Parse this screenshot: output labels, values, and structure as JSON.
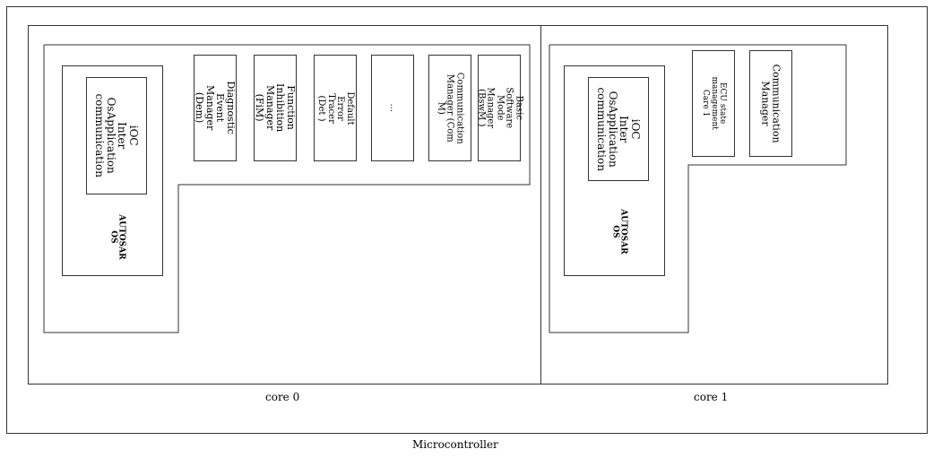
{
  "microcontroller": {
    "label": "Microcontroller"
  },
  "cores": [
    {
      "label": "core 0",
      "ioc": "iOC\nInter\nOsApplication\ncommunication",
      "os": "AUTOSAR\nOS",
      "modules": [
        "Diagnostic Event\nManager (Dem)",
        "Function\nInhibition\nManager (FiM)",
        "Default  Error\nTracer\n(Det )",
        "...",
        "Communication\nManager (Com M)",
        "Basic Software\nMode\nManager (BswM )"
      ]
    },
    {
      "label": "core 1",
      "ioc": "iOC\nInter\nOsApplication\ncommunication",
      "os": "AUTOSAR\nOS",
      "modules": [
        "ECU state\nmanagement Care 1",
        "Communication\nManager"
      ]
    }
  ]
}
